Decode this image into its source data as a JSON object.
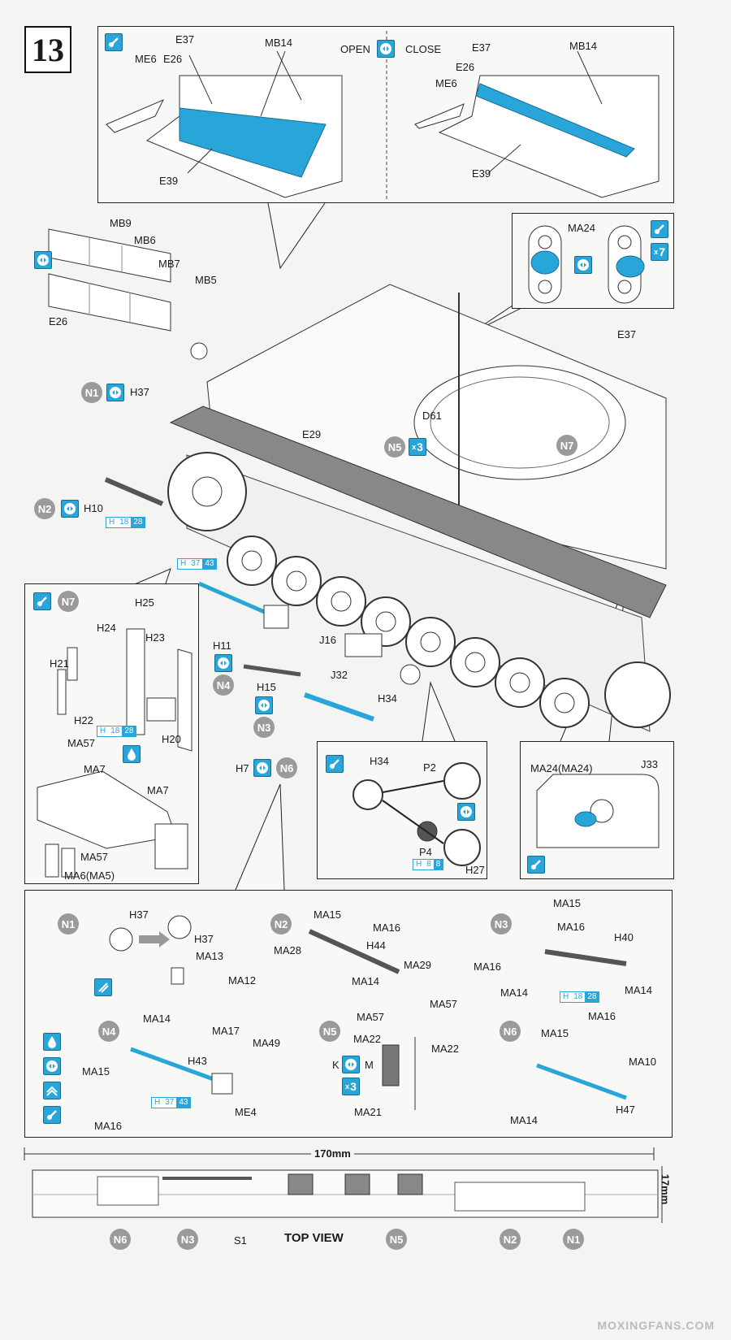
{
  "step": "13",
  "colors": {
    "accent": "#29a6d9",
    "callout": "#9a9a9a"
  },
  "top_panel": {
    "open_label": "OPEN",
    "close_label": "CLOSE",
    "left_labels": [
      "E37",
      "MB14",
      "ME6",
      "E26",
      "E39"
    ],
    "right_labels": [
      "E37",
      "MB14",
      "E26",
      "ME6",
      "E39"
    ]
  },
  "fenders": {
    "labels": [
      "MB9",
      "MB6",
      "MB7",
      "MB5",
      "E26"
    ]
  },
  "ma24_panel": {
    "label": "MA24",
    "multiplier": "7"
  },
  "main": {
    "labels": {
      "e37": "E37",
      "e29": "E29",
      "d61": "D61",
      "h37": "H37",
      "h10": "H10",
      "h11": "H11",
      "h15": "H15",
      "h7": "H7",
      "j16": "J16",
      "j32": "J32",
      "h34": "H34"
    },
    "n5_mult": "3",
    "h10_box": [
      "18",
      "28"
    ],
    "h11_box": [
      "37",
      "43"
    ]
  },
  "callouts": {
    "n1": "N1",
    "n2": "N2",
    "n3": "N3",
    "n4": "N4",
    "n5": "N5",
    "n6": "N6",
    "n7": "N7"
  },
  "jack_panel": {
    "labels": [
      "H25",
      "H24",
      "H23",
      "H21",
      "H22",
      "H20",
      "MA57",
      "MA7",
      "MA7",
      "MA57",
      "MA6(MA5)"
    ],
    "box": [
      "18",
      "28"
    ]
  },
  "light_panel": {
    "labels": [
      "H34",
      "P2",
      "P4",
      "H27"
    ],
    "box": [
      "8",
      "8"
    ]
  },
  "j33_panel": {
    "labels": [
      "MA24(MA24)",
      "J33"
    ]
  },
  "subassy": {
    "n1": [
      "H37",
      "H37",
      "MA13",
      "MA12"
    ],
    "n2": [
      "MA15",
      "MA16",
      "MA28",
      "H44",
      "MA29",
      "MA14"
    ],
    "n3": [
      "MA15",
      "MA16",
      "H40",
      "MA16",
      "MA14",
      "MA14"
    ],
    "n3_box": [
      "18",
      "28"
    ],
    "n4": [
      "MA14",
      "MA17",
      "MA49",
      "H43",
      "MA15",
      "MA16",
      "ME4"
    ],
    "n4_box": [
      "37",
      "43"
    ],
    "n5": [
      "MA57",
      "MA57",
      "MA22",
      "MA22",
      "K",
      "M",
      "MA21"
    ],
    "n5_mult": "3",
    "n6": [
      "MA15",
      "MA16",
      "MA10",
      "H47",
      "MA14"
    ]
  },
  "top_view": {
    "dimension": "170mm",
    "side_dim": "17mm",
    "label": "TOP VIEW",
    "s1": "S1"
  },
  "watermark": "MOXINGFANS.COM"
}
